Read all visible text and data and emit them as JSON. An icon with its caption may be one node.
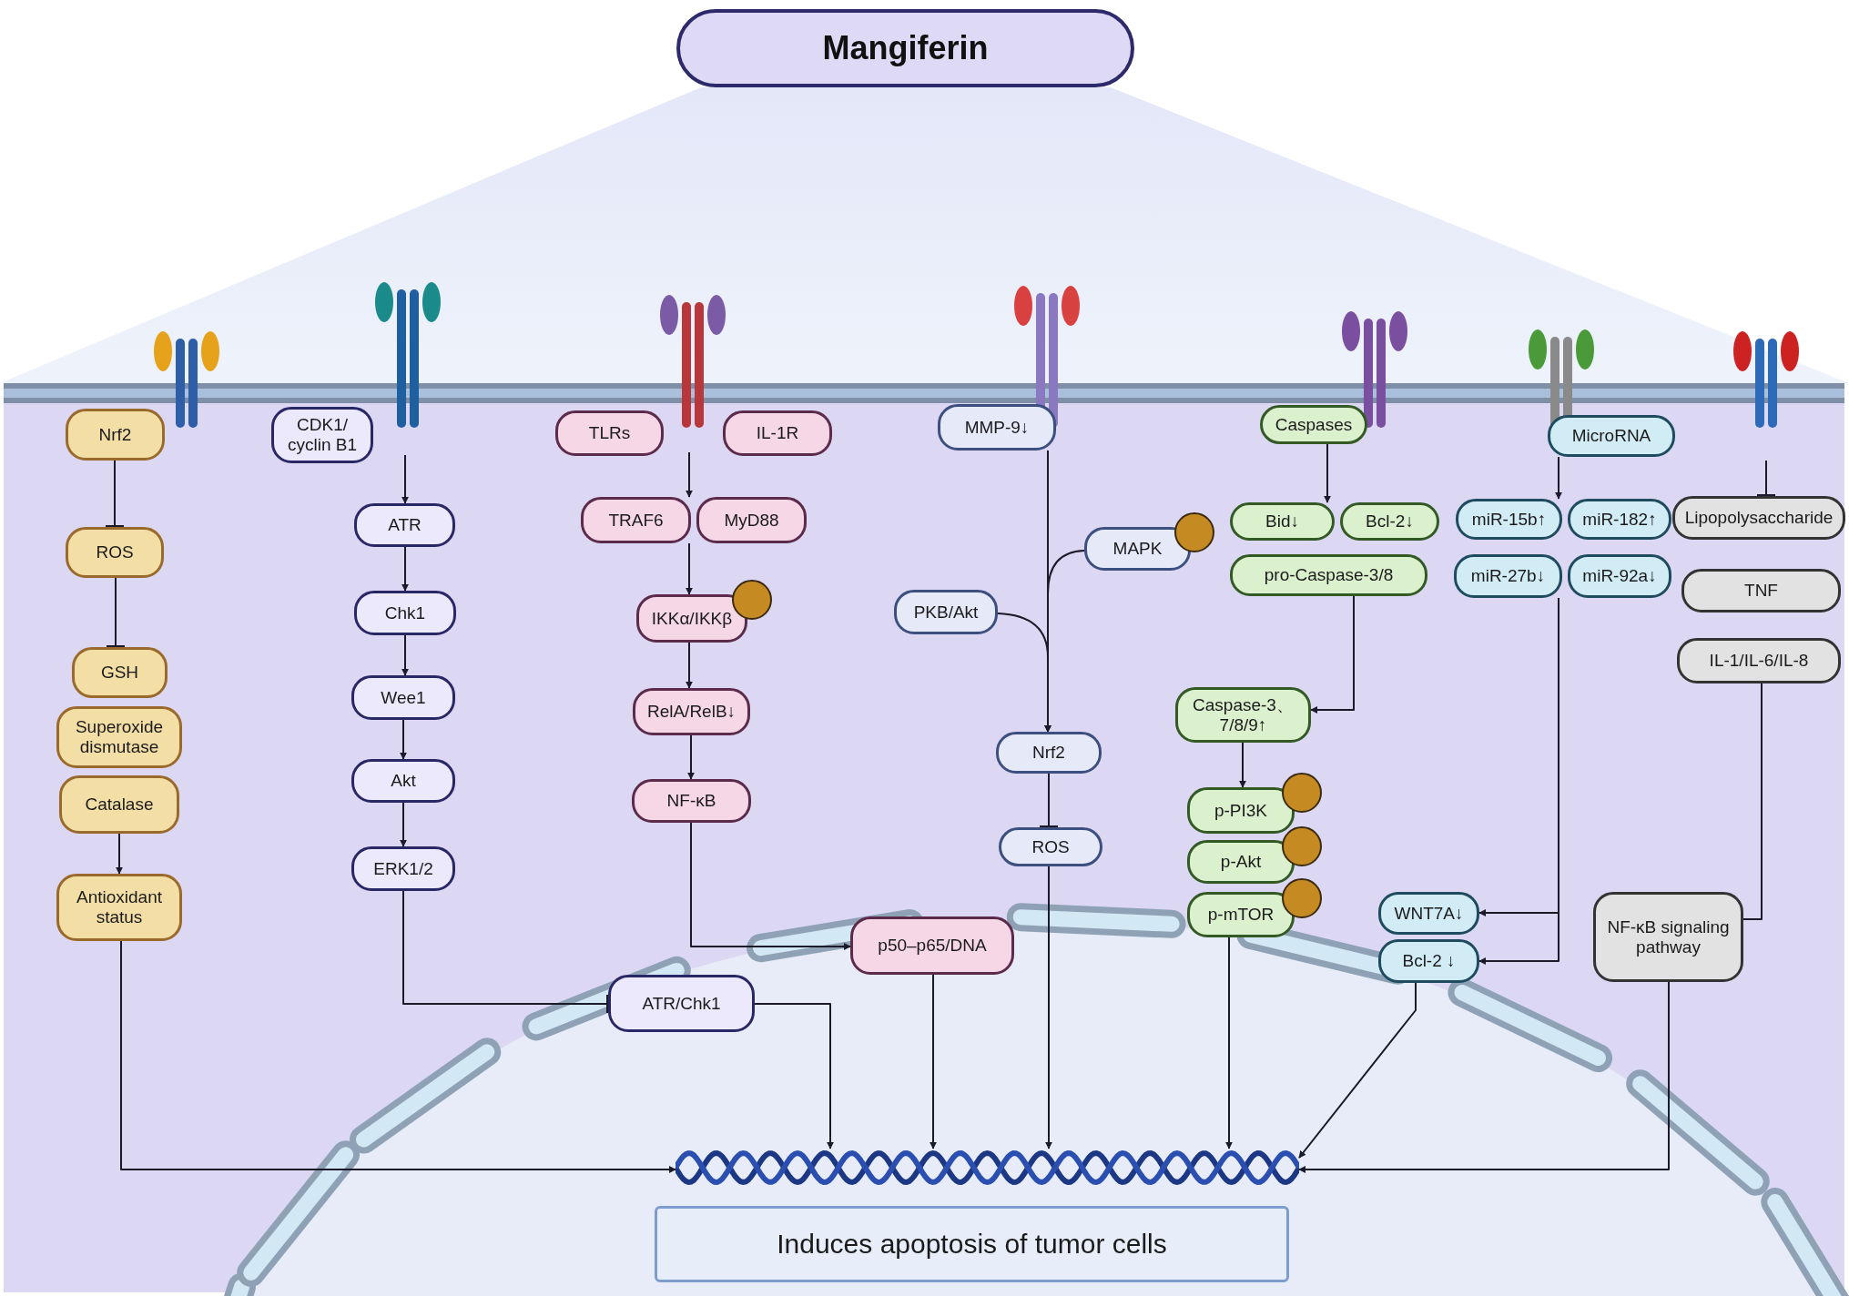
{
  "diagram": {
    "nodes": [
      {
        "text": [
          "Mangiferin"
        ]
      },
      {
        "text": [
          "Nrf2"
        ]
      },
      {
        "text": [
          "ROS"
        ]
      },
      {
        "text": [
          "GSH"
        ]
      },
      {
        "text": [
          "Superoxide dismutase"
        ]
      },
      {
        "text": [
          "Catalase"
        ]
      },
      {
        "text": [
          "Antioxidant status"
        ]
      },
      {
        "text": [
          "CDK1/ cyclin B1"
        ]
      },
      {
        "text": [
          "ATR"
        ]
      },
      {
        "text": [
          "Chk1"
        ]
      },
      {
        "text": [
          "Wee1"
        ]
      },
      {
        "text": [
          "Akt"
        ]
      },
      {
        "text": [
          "ERK1/2"
        ]
      },
      {
        "text": [
          "TLRs"
        ]
      },
      {
        "text": [
          "IL-1R"
        ]
      },
      {
        "text": [
          "TRAF6"
        ]
      },
      {
        "text": [
          "MyD88"
        ]
      },
      {
        "text": [
          "IKKα/IKKβ"
        ]
      },
      {
        "text": [
          "RelA/RelB↓"
        ]
      },
      {
        "text": [
          "NF-κB"
        ]
      },
      {
        "text": [
          "p50–p65/DNA"
        ]
      },
      {
        "text": [
          "ATR/Chk1"
        ]
      },
      {
        "text": [
          "MMP-9↓"
        ]
      },
      {
        "text": [
          "MAPK"
        ]
      },
      {
        "text": [
          "PKB/Akt"
        ]
      },
      {
        "text": [
          "Nrf2"
        ]
      },
      {
        "text": [
          "ROS"
        ]
      },
      {
        "text": [
          "Caspases"
        ]
      },
      {
        "text": [
          "Bid↓"
        ]
      },
      {
        "text": [
          "Bcl-2↓"
        ]
      },
      {
        "text": [
          "pro-Caspase-3/8"
        ]
      },
      {
        "text": [
          "Caspase-3、7/8/9↑"
        ]
      },
      {
        "text": [
          "p-PI3K"
        ]
      },
      {
        "text": [
          "p-Akt"
        ]
      },
      {
        "text": [
          "p-mTOR"
        ]
      },
      {
        "text": [
          "MicroRNA"
        ]
      },
      {
        "text": [
          "miR-15b↑"
        ]
      },
      {
        "text": [
          "miR-182↑"
        ]
      },
      {
        "text": [
          "miR-27b↓"
        ]
      },
      {
        "text": [
          "miR-92a↓"
        ]
      },
      {
        "text": [
          "WNT7A↓"
        ]
      },
      {
        "text": [
          "Bcl-2 ↓"
        ]
      },
      {
        "text": [
          "Lipopolysaccharide"
        ]
      },
      {
        "text": [
          "TNF"
        ]
      },
      {
        "text": [
          "IL-1/IL-6/IL-8"
        ]
      },
      {
        "text": [
          "NF-κB signaling pathway"
        ]
      },
      {
        "text": [],
        "shape": "picture"
      },
      {
        "text": [
          "Induces apoptosis of tumor cells"
        ]
      }
    ],
    "edges": [
      {
        "from": null,
        "to": 8,
        "arrow": "to"
      },
      {
        "from": 8,
        "to": 9,
        "arrow": "to"
      },
      {
        "from": 9,
        "to": 10,
        "arrow": "to"
      },
      {
        "from": 10,
        "to": 11,
        "arrow": "to"
      },
      {
        "from": 11,
        "to": 12,
        "arrow": "to"
      },
      {
        "from": 12,
        "to": 21,
        "arrow": "other"
      },
      {
        "from": 1,
        "to": 2,
        "arrow": "other"
      },
      {
        "from": 2,
        "to": 3,
        "arrow": "other"
      },
      {
        "from": 5,
        "to": 6,
        "arrow": "to"
      },
      {
        "from": 6,
        "to": 46,
        "arrow": "to"
      },
      {
        "from": null,
        "to": 15,
        "arrow": "to"
      },
      {
        "from": 15,
        "to": 17,
        "arrow": "to"
      },
      {
        "from": 17,
        "to": 18,
        "arrow": "to"
      },
      {
        "from": 18,
        "to": 19,
        "arrow": "to"
      },
      {
        "from": 19,
        "to": 20,
        "arrow": "to"
      },
      {
        "from": 20,
        "to": 46,
        "arrow": "to"
      },
      {
        "from": 21,
        "to": 46,
        "arrow": "to"
      },
      {
        "from": 22,
        "to": 25,
        "arrow": "to"
      },
      {
        "from": 23,
        "to": 25,
        "arrow": "to"
      },
      {
        "from": 24,
        "to": 25,
        "arrow": "to"
      },
      {
        "from": 25,
        "to": 26,
        "arrow": "other"
      },
      {
        "from": 26,
        "to": 46,
        "arrow": "to"
      },
      {
        "from": 27,
        "to": 28,
        "arrow": "to"
      },
      {
        "from": 30,
        "to": 31,
        "arrow": "to"
      },
      {
        "from": 31,
        "to": 32,
        "arrow": "to"
      },
      {
        "from": 34,
        "to": 46,
        "arrow": "to"
      },
      {
        "from": 35,
        "to": 36,
        "arrow": "to"
      },
      {
        "from": 38,
        "to": 40,
        "arrow": "to"
      },
      {
        "from": 38,
        "to": 41,
        "arrow": "to"
      },
      {
        "from": null,
        "to": 42,
        "arrow": "other"
      },
      {
        "from": 44,
        "to": 45,
        "arrow": "none"
      },
      {
        "from": 45,
        "to": 46,
        "arrow": "to"
      },
      {
        "from": 41,
        "to": 46,
        "arrow": "to"
      }
    ]
  }
}
